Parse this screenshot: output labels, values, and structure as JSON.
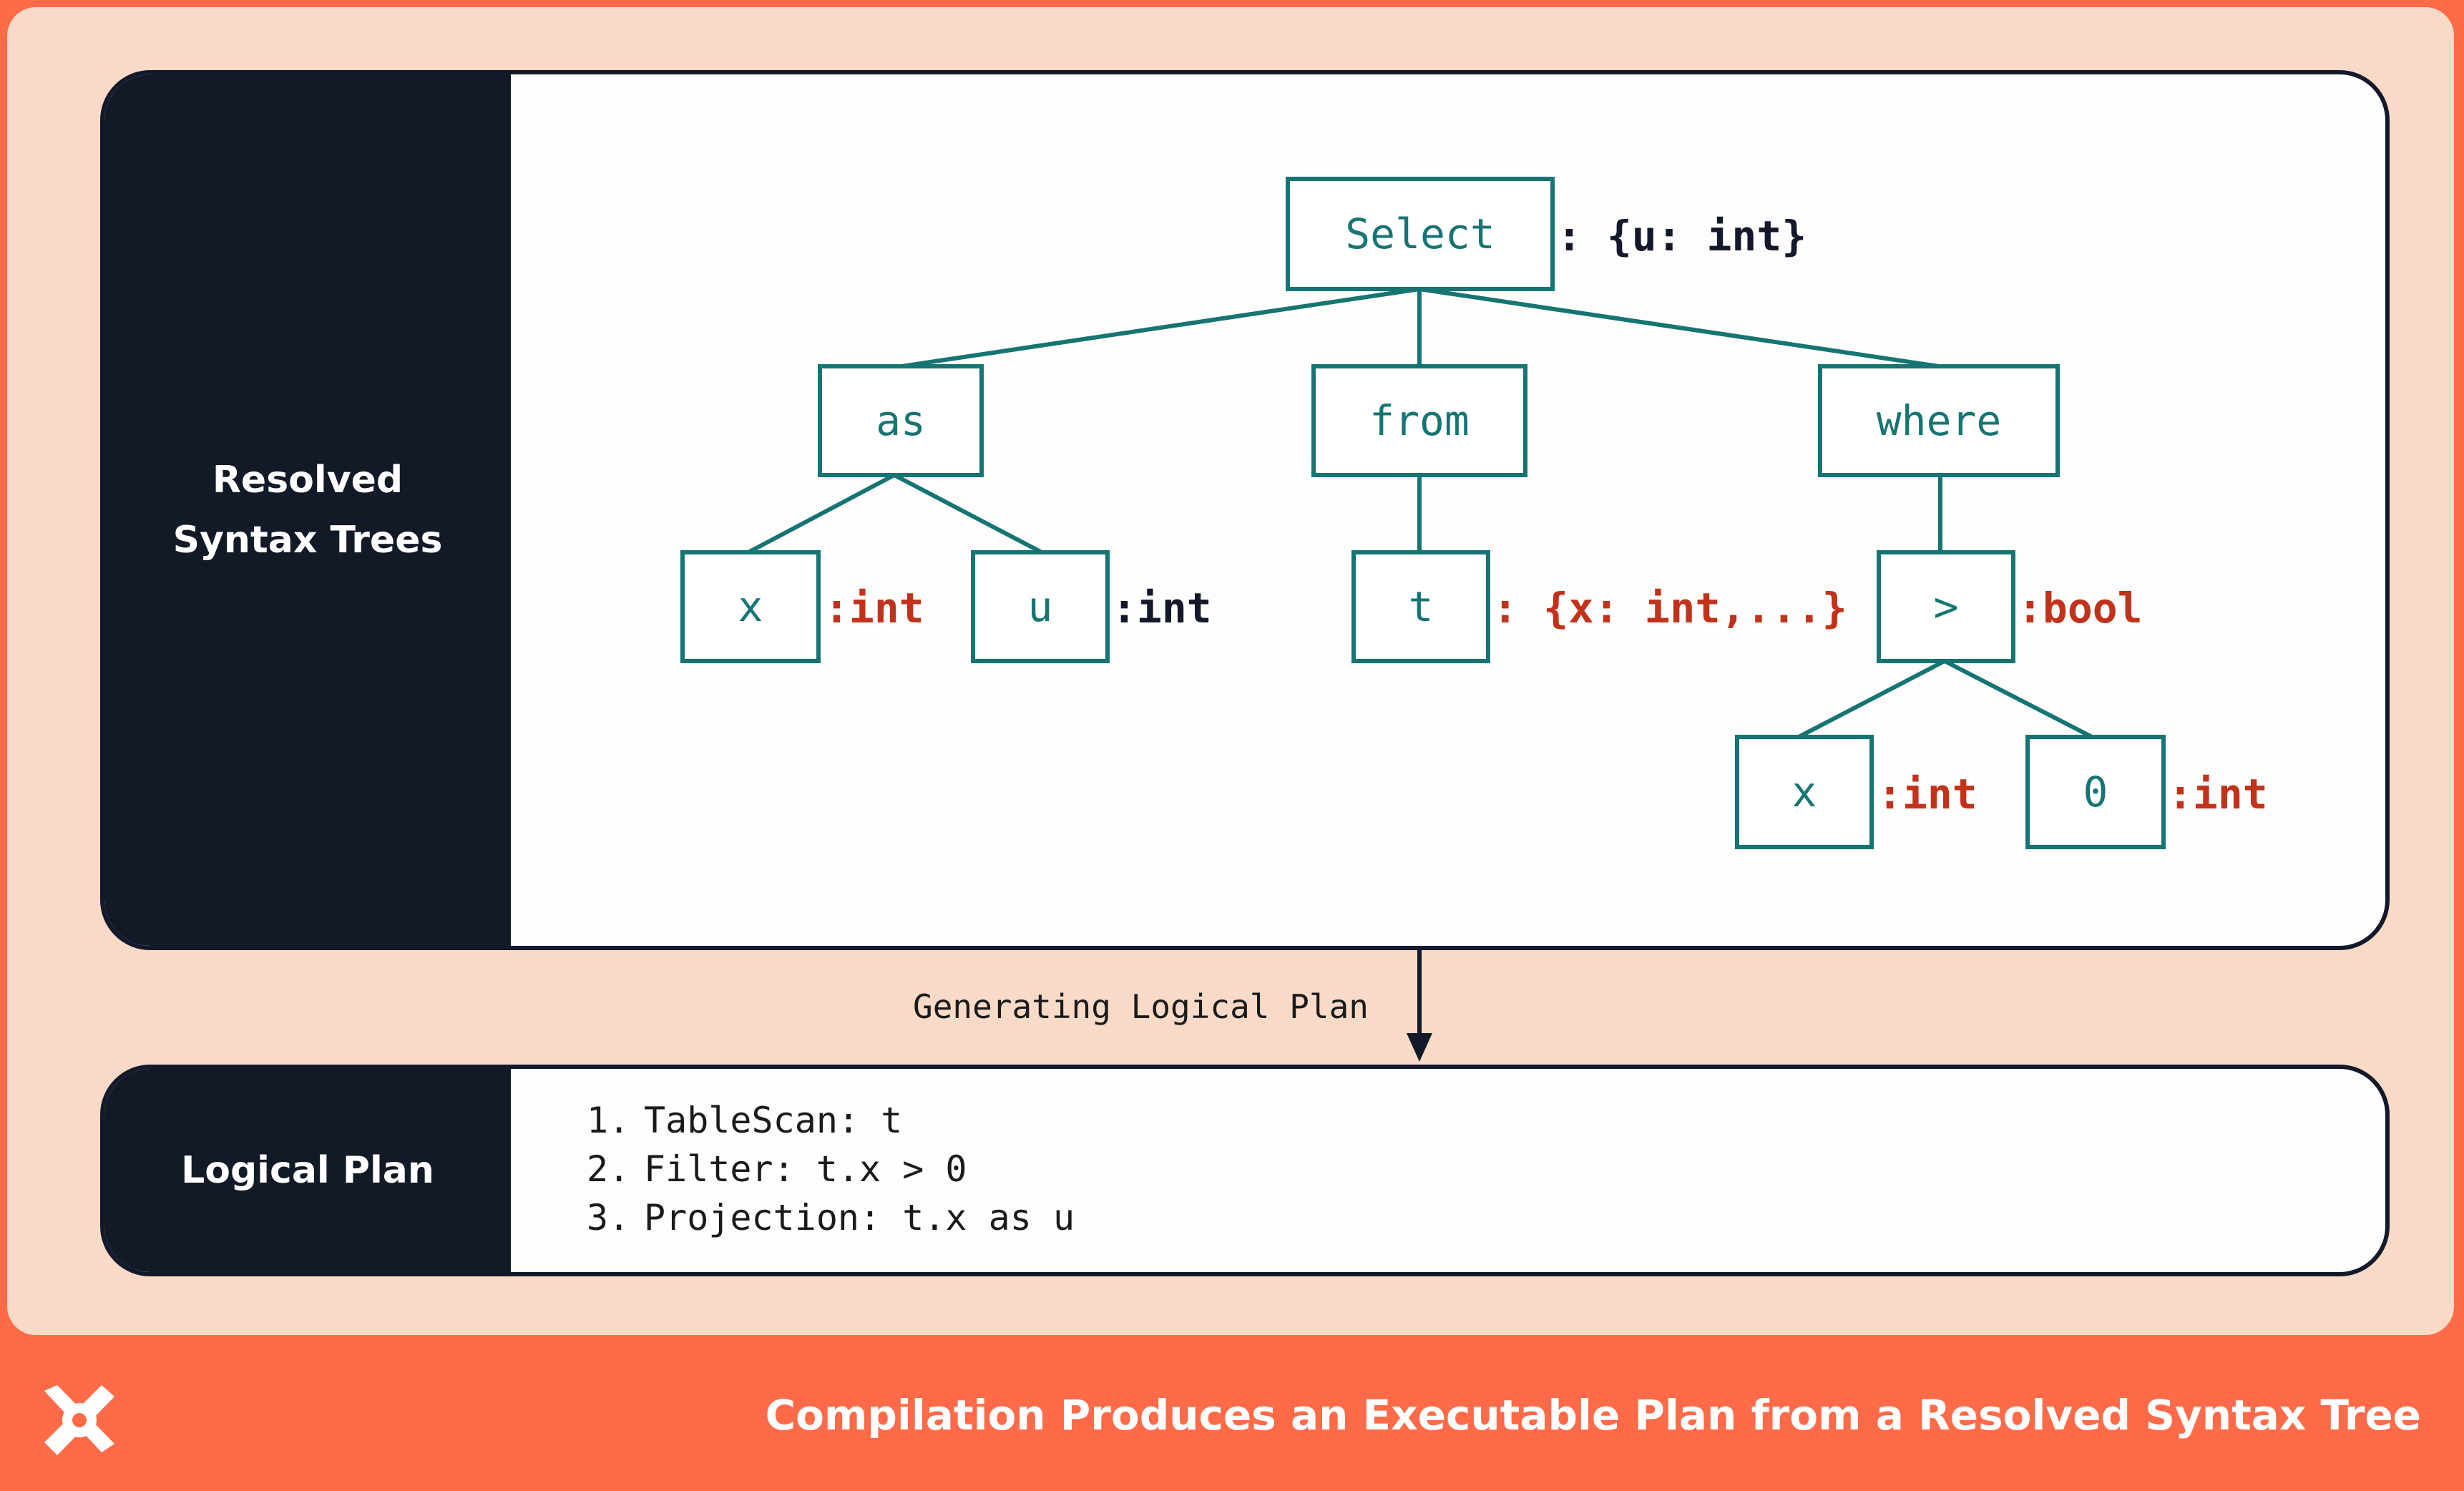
{
  "left_labels": {
    "tree": "Resolved\nSyntax Trees",
    "plan": "Logical Plan"
  },
  "tree": {
    "nodes": {
      "select": "Select",
      "as": "as",
      "from": "from",
      "where": "where",
      "as_x": "x",
      "as_u": "u",
      "from_t": "t",
      "gt": ">",
      "gt_x": "x",
      "gt_zero": "0"
    },
    "types": {
      "select": ": {u: int}",
      "as_x": ":int",
      "as_u": ":int",
      "from_t": ": {x: int,...}",
      "gt": ":bool",
      "gt_x": ":int",
      "gt_zero": ":int"
    }
  },
  "arrow_label": "Generating Logical Plan",
  "plan_steps": [
    {
      "num": "1.",
      "text": "TableScan: t"
    },
    {
      "num": "2.",
      "text": "Filter: t.x > 0"
    },
    {
      "num": "3.",
      "text": "Projection: t.x as u"
    }
  ],
  "footer_title": "Compilation Produces an Executable Plan from a Resolved Syntax Tree",
  "colors": {
    "accent": "#ff6a48",
    "background": "#f8dac6",
    "dark": "#131a27",
    "node": "#167573",
    "type_red": "#c2321a",
    "type_black": "#13192a"
  }
}
